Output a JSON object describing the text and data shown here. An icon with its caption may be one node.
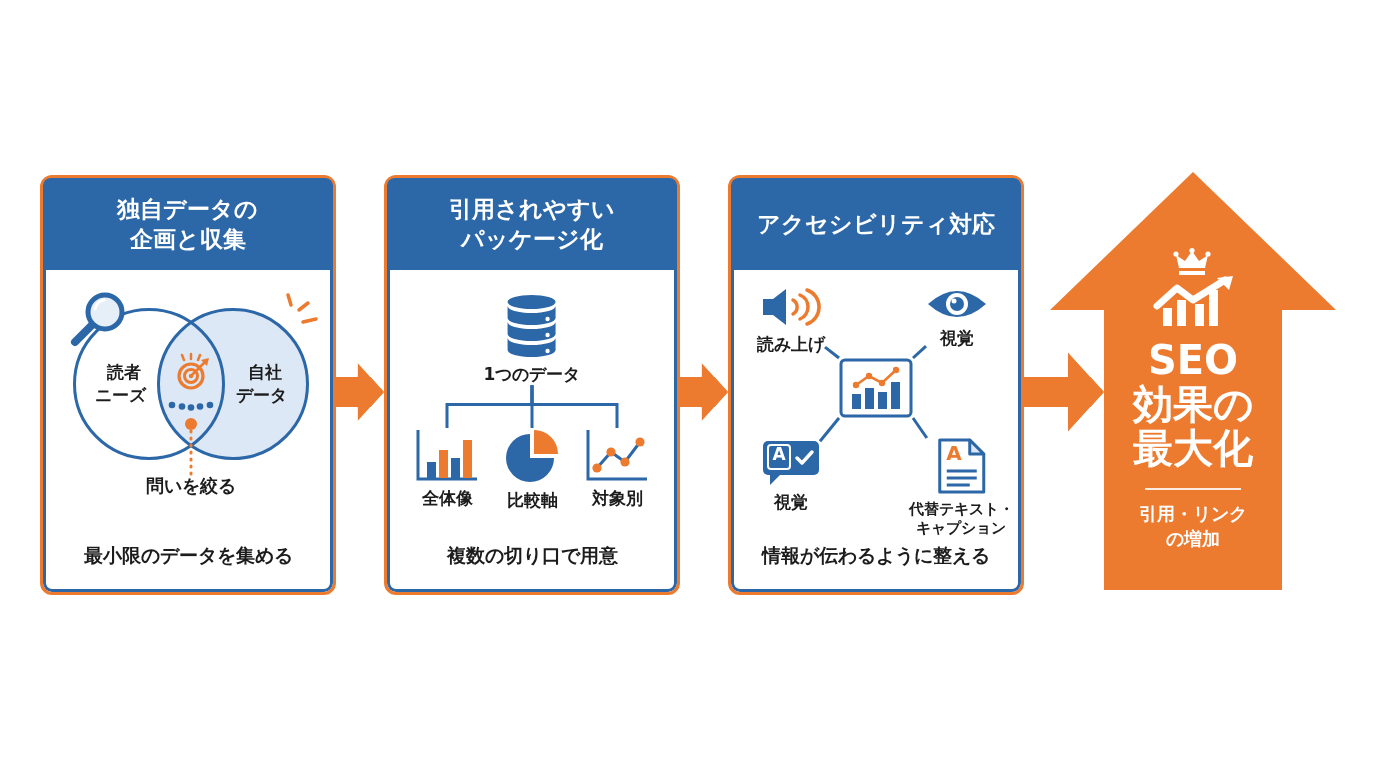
{
  "diagram": {
    "nodes": [
      {
        "text": [
          "独自データの企画と収集",
          "最小限のデータを集める"
        ]
      },
      {
        "text": [
          "読者ニーズ"
        ],
        "in": 0
      },
      {
        "text": [
          "自社データ"
        ],
        "in": 0
      },
      {
        "text": [],
        "shape": "circle"
      },
      {
        "text": [
          "問いを絞る"
        ],
        "in": 0
      },
      {
        "text": [
          "引用されやすいパッケージ化",
          "複数の切り口で用意"
        ]
      },
      {
        "text": [
          "1つのデータ"
        ],
        "in": 5
      },
      {
        "text": [
          "全体像"
        ],
        "in": 5
      },
      {
        "text": [
          "比較軸"
        ],
        "in": 5
      },
      {
        "text": [
          "対象別"
        ],
        "in": 5
      },
      {
        "text": [
          "アクセシビリティ対応",
          "情報が伝わるように整える"
        ]
      },
      {
        "text": [
          "読み上げ"
        ],
        "in": 10
      },
      {
        "text": [
          "視覚"
        ],
        "in": 10
      },
      {
        "text": [],
        "shape": "picture",
        "in": 10
      },
      {
        "text": [
          "A",
          "視覚"
        ],
        "in": 10
      },
      {
        "text": [
          "A",
          "代替テキスト・キャプション"
        ],
        "in": 10
      },
      {
        "text": [
          "SEO効果の最大化",
          "引用・リンクの増加"
        ]
      }
    ],
    "edges": [
      {
        "from": 4,
        "to": 3,
        "arrow": "none",
        "style": "dashed",
        "color": "#ec7b2f"
      },
      {
        "from": 0,
        "to": 5,
        "arrow": "to",
        "style": "thick",
        "color": "#ec7b2f"
      },
      {
        "from": 6,
        "to": 7,
        "arrow": "none"
      },
      {
        "from": 6,
        "to": 8,
        "arrow": "none"
      },
      {
        "from": 6,
        "to": 9,
        "arrow": "none"
      },
      {
        "from": 5,
        "to": 10,
        "arrow": "to",
        "style": "thick",
        "color": "#ec7b2f"
      },
      {
        "from": 13,
        "to": 11,
        "arrow": "none"
      },
      {
        "from": 13,
        "to": 12,
        "arrow": "none"
      },
      {
        "from": 13,
        "to": 14,
        "arrow": "none"
      },
      {
        "from": 13,
        "to": 15,
        "arrow": "none"
      },
      {
        "from": 10,
        "to": 16,
        "arrow": "to",
        "style": "thick",
        "color": "#ec7b2f"
      }
    ]
  }
}
